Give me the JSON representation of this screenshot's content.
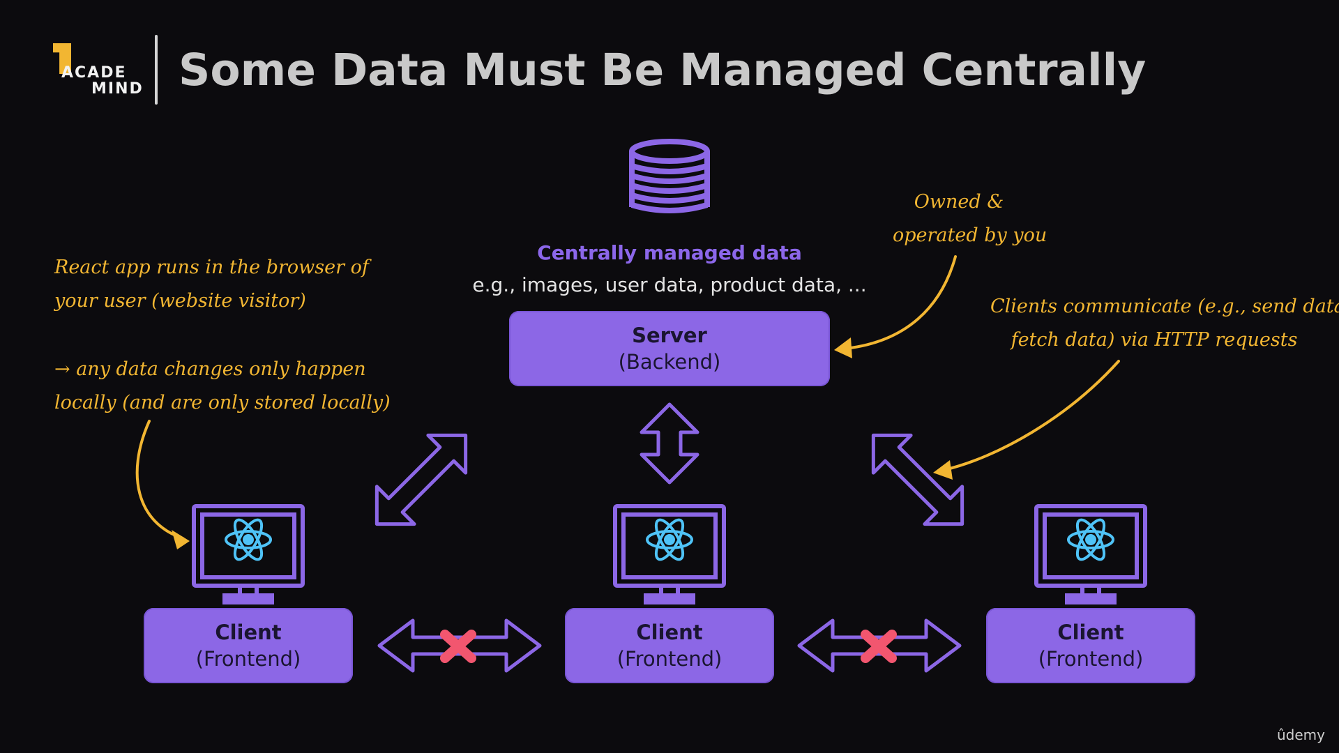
{
  "header": {
    "logo_line1": "ACADE",
    "logo_line2": "MIND",
    "title": "Some Data Must Be Managed Centrally"
  },
  "database": {
    "label": "Centrally managed data",
    "subtitle": "e.g., images, user data, product data, ..."
  },
  "server": {
    "title": "Server",
    "subtitle": "(Backend)"
  },
  "clients": [
    {
      "title": "Client",
      "subtitle": "(Frontend)"
    },
    {
      "title": "Client",
      "subtitle": "(Frontend)"
    },
    {
      "title": "Client",
      "subtitle": "(Frontend)"
    }
  ],
  "notes": {
    "left_line1": "React app runs in the browser of",
    "left_line2": "your user (website visitor)",
    "left_line3": "→ any data changes only happen",
    "left_line4": "locally (and are only stored locally)",
    "owned_line1": "Owned &",
    "owned_line2": "operated by you",
    "clients_line1": "Clients communicate (e.g., send data,",
    "clients_line2": "fetch data) via HTTP requests"
  },
  "watermark": "ûdemy",
  "colors": {
    "background": "#0c0b0e",
    "purple": "#8c67e6",
    "annotation": "#f2b632",
    "react": "#4fc3f7",
    "cross": "#f2566f"
  }
}
